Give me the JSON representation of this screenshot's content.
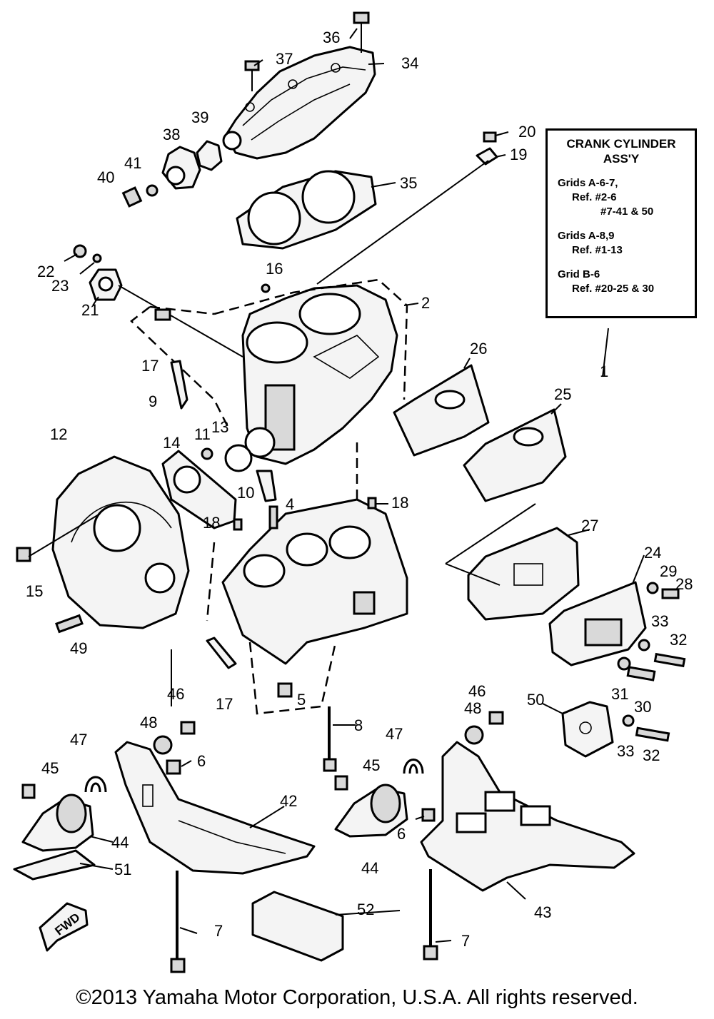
{
  "callouts": [
    "2",
    "4",
    "5",
    "6",
    "6",
    "7",
    "7",
    "8",
    "9",
    "10",
    "11",
    "12",
    "13",
    "14",
    "15",
    "16",
    "17",
    "17",
    "18",
    "18",
    "19",
    "20",
    "21",
    "22",
    "23",
    "24",
    "25",
    "26",
    "27",
    "28",
    "29",
    "30",
    "31",
    "32",
    "32",
    "33",
    "33",
    "34",
    "35",
    "36",
    "37",
    "38",
    "39",
    "40",
    "41",
    "42",
    "43",
    "44",
    "44",
    "45",
    "45",
    "46",
    "46",
    "47",
    "47",
    "48",
    "48",
    "49",
    "50",
    "51",
    "52",
    "1"
  ],
  "infobox": {
    "title_line1": "CRANK CYLINDER",
    "title_line2": "ASS'Y",
    "groups": [
      {
        "grid": "Grids A-6-7,",
        "ref": "Ref. #2-6",
        "ref2": "#7-41 & 50"
      },
      {
        "grid": "Grids A-8,9",
        "ref": "Ref. #1-13",
        "ref2": ""
      },
      {
        "grid": "Grid B-6",
        "ref": "Ref. #20-25 & 30",
        "ref2": ""
      }
    ]
  },
  "fwd_label": "FWD",
  "copyright": "©2013 Yamaha Motor Corporation, U.S.A. All rights reserved."
}
